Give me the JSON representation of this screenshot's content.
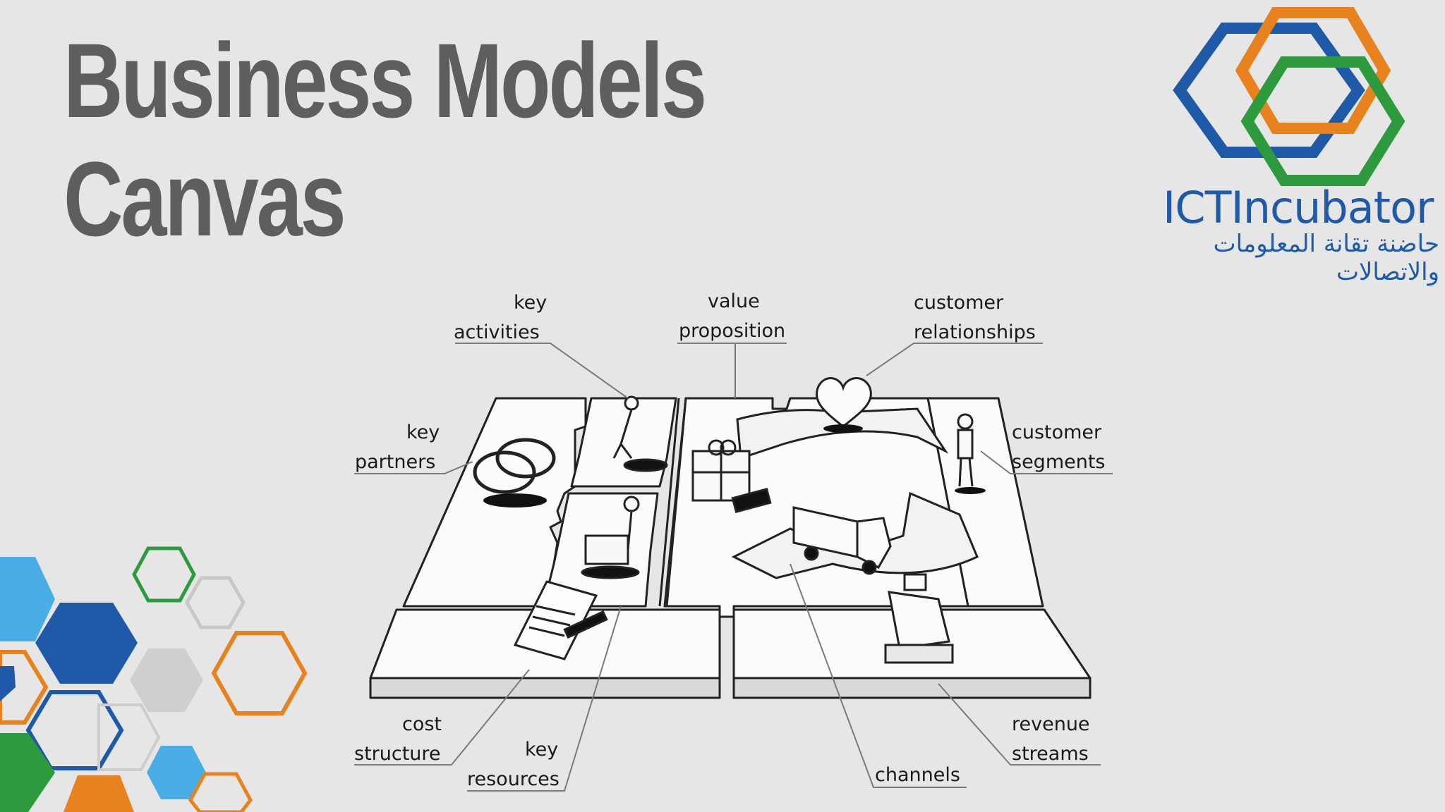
{
  "title": {
    "line1": "Business Models",
    "line2": "Canvas"
  },
  "logo": {
    "name_en": "ICTIncubator",
    "name_ar": "حاضنة تقانة المعلومات والاتصالات",
    "colors": {
      "blue": "#1e5aa8",
      "orange": "#e8821e",
      "green": "#2e9a3e"
    }
  },
  "labels": {
    "key_partners": [
      "key",
      "partners"
    ],
    "key_activities": [
      "key",
      "activities"
    ],
    "value_proposition": [
      "value",
      "proposition"
    ],
    "customer_relationships": [
      "customer",
      "relationships"
    ],
    "customer_segments": [
      "customer",
      "segments"
    ],
    "cost_structure": [
      "cost",
      "structure"
    ],
    "key_resources": [
      "key",
      "resources"
    ],
    "channels": [
      "channels"
    ],
    "revenue_streams": [
      "revenue",
      "streams"
    ]
  }
}
